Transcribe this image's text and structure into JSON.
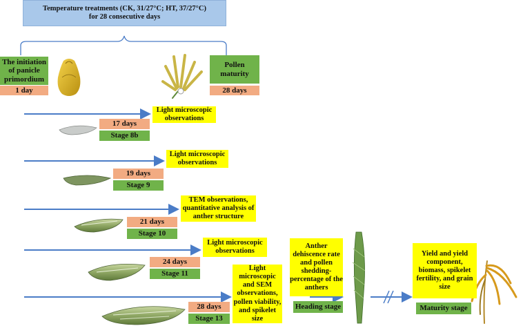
{
  "header": {
    "line1": "Temperature treatments (CK, 31/27°C; HT, 37/27°C)",
    "line2": "for 28 consecutive days"
  },
  "start": {
    "label": "The initiation of panicle primordium",
    "day": "1 day"
  },
  "end": {
    "label": "Pollen maturity",
    "day": "28 days"
  },
  "rows": [
    {
      "days": "17 days",
      "stage": "Stage 8b",
      "obs": "Light microscopic observations"
    },
    {
      "days": "19 days",
      "stage": "Stage 9",
      "obs": "Light microscopic observations"
    },
    {
      "days": "21 days",
      "stage": "Stage 10",
      "obs": "TEM observations, quantitative analysis of anther structure"
    },
    {
      "days": "24 days",
      "stage": "Stage 11",
      "obs": "Light microscopic observations"
    },
    {
      "days": "28 days",
      "stage": "Stage 13",
      "obs": "Light microscopic and SEM observations, pollen viability, and spikelet size"
    }
  ],
  "heading": {
    "obs": "Anther dehiscence rate and pollen shedding-percentage of the anthers",
    "stage": "Heading stage"
  },
  "maturity": {
    "obs": "Yield and yield component, biomass, spikelet fertility, and grain size",
    "stage": "Maturity stage"
  },
  "colors": {
    "green": "#70b34a",
    "salmon": "#f2ab82",
    "yellow": "#ffff00",
    "blue": "#a9c8ea",
    "arrow": "#4a7cc7"
  }
}
